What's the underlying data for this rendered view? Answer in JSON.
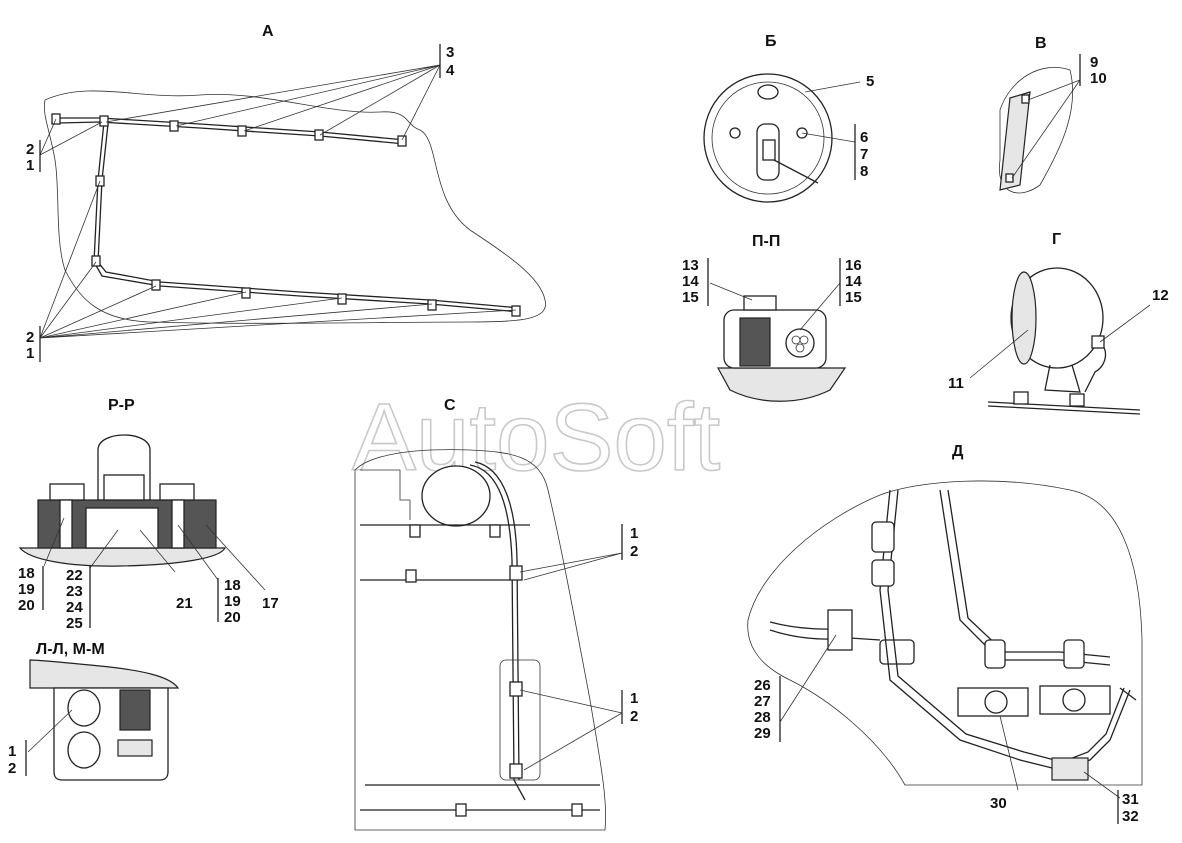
{
  "watermark": "AutoSoft",
  "views": {
    "A": "А",
    "B": "Б",
    "V": "В",
    "G": "Г",
    "PP": "П-П",
    "RR": "Р-Р",
    "LLMM": "Л-Л, М-М",
    "C": "С",
    "D": "Д"
  },
  "callouts": {
    "a_top": [
      "3",
      "4"
    ],
    "a_left_upper": [
      "2",
      "1"
    ],
    "a_left_lower": [
      "2",
      "1"
    ],
    "b_5": "5",
    "b_right": [
      "6",
      "7",
      "8"
    ],
    "v_right": [
      "9",
      "10"
    ],
    "pp_left": [
      "13",
      "14",
      "15"
    ],
    "pp_right": [
      "16",
      "14",
      "15"
    ],
    "g_11": "11",
    "g_12": "12",
    "rr_left": [
      "18",
      "19",
      "20"
    ],
    "rr_mid": [
      "22",
      "23",
      "24",
      "25"
    ],
    "rr_21": "21",
    "rr_right": [
      "18",
      "19",
      "20"
    ],
    "rr_17": "17",
    "ll": [
      "1",
      "2"
    ],
    "c_upper": [
      "1",
      "2"
    ],
    "c_lower": [
      "1",
      "2"
    ],
    "d_left": [
      "26",
      "27",
      "28",
      "29"
    ],
    "d_30": "30",
    "d_right": [
      "31",
      "32"
    ]
  }
}
